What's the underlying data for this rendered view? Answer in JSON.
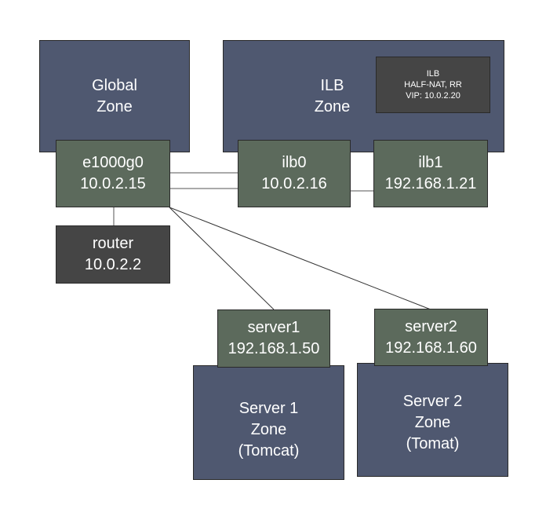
{
  "zones": {
    "global": {
      "lines": [
        "Global",
        "Zone"
      ]
    },
    "ilb": {
      "lines": [
        "ILB",
        "Zone"
      ]
    },
    "server1": {
      "lines": [
        "Server 1",
        "Zone",
        "(Tomcat)"
      ]
    },
    "server2": {
      "lines": [
        "Server 2",
        "Zone",
        "(Tomat)"
      ]
    }
  },
  "ilb_config": {
    "lines": [
      "ILB",
      "HALF-NAT, RR",
      "VIP: 10.0.2.20"
    ]
  },
  "interfaces": {
    "e1000g0": {
      "name": "e1000g0",
      "ip": "10.0.2.15"
    },
    "ilb0": {
      "name": "ilb0",
      "ip": "10.0.2.16"
    },
    "ilb1": {
      "name": "ilb1",
      "ip": "192.168.1.21"
    },
    "router": {
      "name": "router",
      "ip": "10.0.2.2"
    },
    "server1": {
      "name": "server1",
      "ip": "192.168.1.50"
    },
    "server2": {
      "name": "server2",
      "ip": "192.168.1.60"
    }
  },
  "colors": {
    "zone": "#4f5870",
    "interface": "#5c6a5c",
    "dark_box": "#454545",
    "text": "#ffffff",
    "connector": "#2a2a2a"
  }
}
